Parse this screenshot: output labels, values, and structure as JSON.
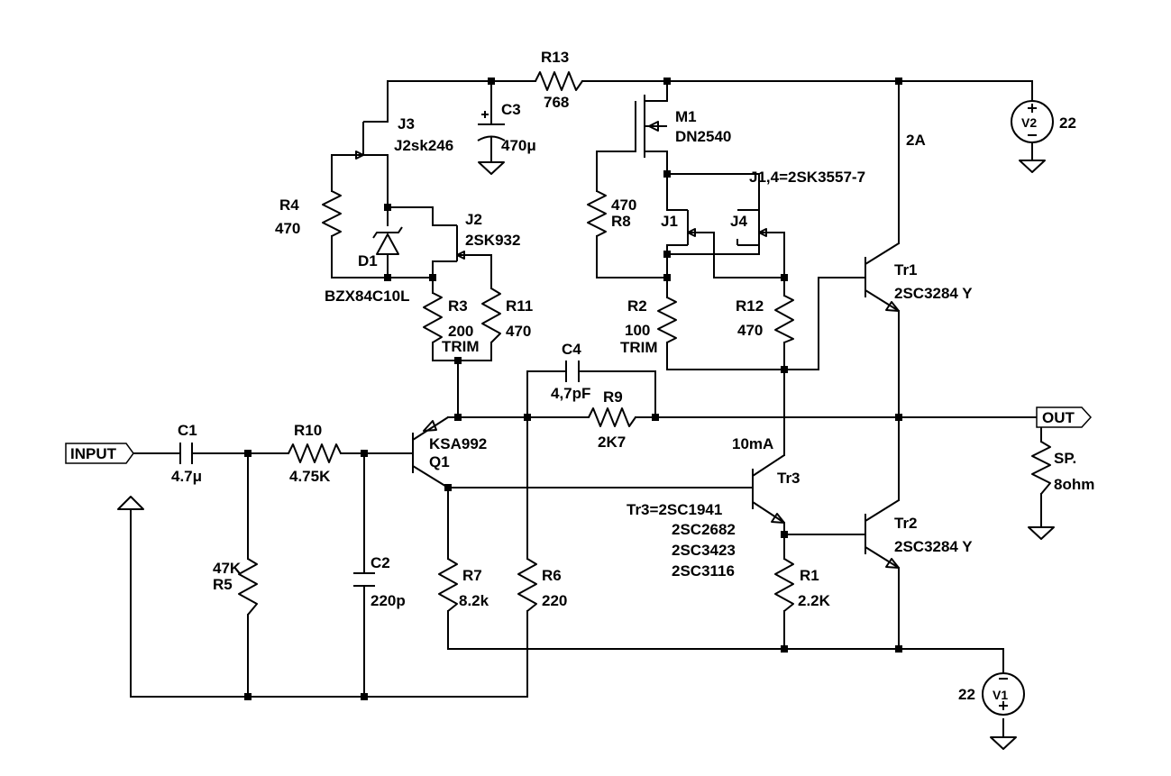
{
  "labels": {
    "r13_name": "R13",
    "r13_value": "768",
    "c3_name": "C3",
    "c3_value": "470μ",
    "j3_name": "J3",
    "j3_value": "J2sk246",
    "m1_name": "M1",
    "m1_value": "DN2540",
    "v2_name": "V2",
    "v2_value": "22",
    "current_2a": "2A",
    "j14_note": "J1,4=2SK3557-7",
    "r4_name": "R4",
    "r4_value": "470",
    "j2_name": "J2",
    "j2_value": "2SK932",
    "r8_value": "470",
    "r8_name": "R8",
    "j1_name": "J1",
    "j4_name": "J4",
    "d1_name": "D1",
    "d1_value": "BZX84C10L",
    "r3_name": "R3",
    "r3_value": "200",
    "r3_trim": "TRIM",
    "r11_name": "R11",
    "r11_value": "470",
    "r2_name": "R2",
    "r2_value": "100",
    "r2_trim": "TRIM",
    "r12_name": "R12",
    "r12_value": "470",
    "tr1_name": "Tr1",
    "tr1_value": "2SC3284 Y",
    "c4_name": "C4",
    "c4_value": "4,7pF",
    "r9_name": "R9",
    "r9_value": "2K7",
    "out_label": "OUT",
    "input_label": "INPUT",
    "c1_name": "C1",
    "c1_value": "4.7μ",
    "r10_name": "R10",
    "r10_value": "4.75K",
    "q1_value": "KSA992",
    "q1_name": "Q1",
    "current_10ma": "10mA",
    "tr3_name": "Tr3",
    "sp_name": "SP.",
    "sp_value": "8ohm",
    "tr3_equiv": [
      "Tr3=2SC1941",
      "2SC2682",
      "2SC3423",
      "2SC3116"
    ],
    "tr2_name": "Tr2",
    "tr2_value": "2SC3284 Y",
    "r5_value": "47K",
    "r5_name": "R5",
    "c2_name": "C2",
    "c2_value": "220p",
    "r7_name": "R7",
    "r7_value": "8.2k",
    "r6_name": "R6",
    "r6_value": "220",
    "r1_name": "R1",
    "r1_value": "2.2K",
    "v1_name": "V1",
    "v1_value": "22"
  }
}
